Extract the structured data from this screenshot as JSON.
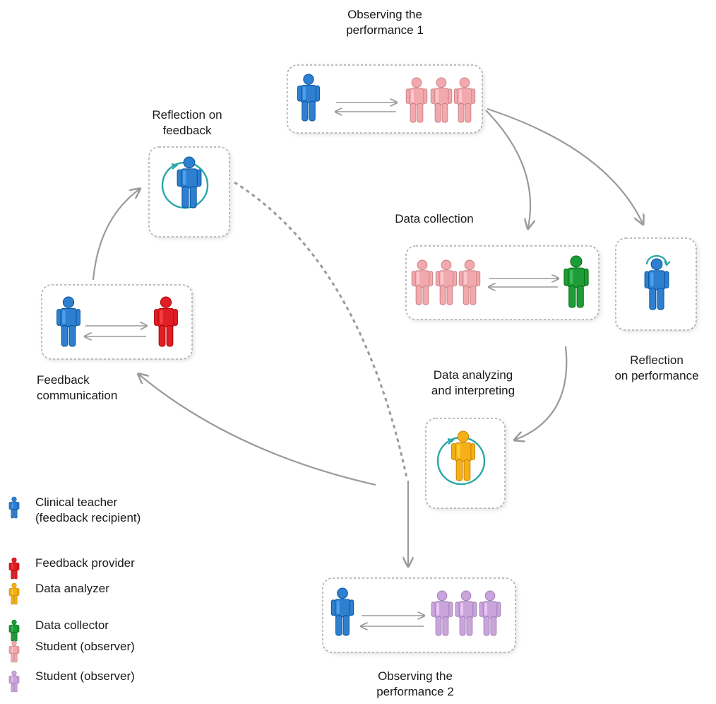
{
  "colors": {
    "teacher": "#2f7fcf",
    "provider": "#e01e25",
    "analyzer": "#f4b016",
    "collector": "#1f9c3a",
    "student1": "#f2a9ae",
    "student2": "#c9a5dc",
    "arrow": "#9a9a9a",
    "box": "#a8a8a8",
    "cycle": "#2aa7a7"
  },
  "stages": {
    "observing1": [
      "Observing the",
      "performance 1"
    ],
    "reflection_feedback": [
      "Reflection on",
      "feedback"
    ],
    "data_collection": [
      "Data collection"
    ],
    "reflection_performance": [
      "Reflection",
      "on performance"
    ],
    "feedback_communication": [
      "Feedback",
      "communication"
    ],
    "data_analyzing": [
      "Data analyzing",
      "and interpreting"
    ],
    "observing2": [
      "Observing the",
      "performance 2"
    ]
  },
  "legend": [
    {
      "lines": [
        "Clinical teacher",
        "(feedback recipient)"
      ],
      "color": "teacher"
    },
    {
      "lines": [
        "Feedback provider"
      ],
      "color": "provider"
    },
    {
      "lines": [
        "Data analyzer"
      ],
      "color": "analyzer"
    },
    {
      "lines": [
        "Data collector"
      ],
      "color": "collector"
    },
    {
      "lines": [
        "Student (observer)"
      ],
      "color": "student1"
    },
    {
      "lines": [
        "Student (observer)"
      ],
      "color": "student2"
    }
  ]
}
